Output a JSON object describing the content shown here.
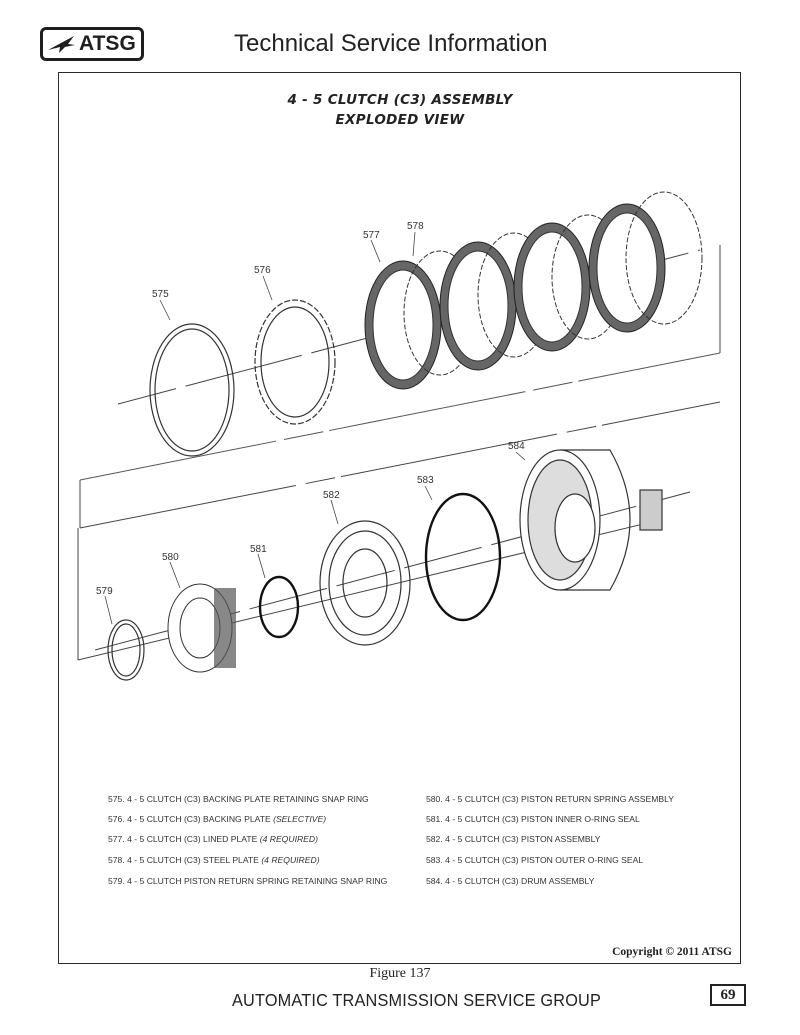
{
  "header": {
    "logo_text": "ATSG",
    "title": "Technical Service Information"
  },
  "figure": {
    "title_line1": "4 - 5 CLUTCH (C3) ASSEMBLY",
    "title_line2": "EXPLODED VIEW",
    "part_labels": [
      "575",
      "576",
      "577",
      "578",
      "579",
      "580",
      "581",
      "582",
      "583",
      "584"
    ]
  },
  "legend": {
    "left": [
      {
        "main": "575. 4 - 5 CLUTCH (C3) BACKING PLATE RETAINING SNAP RING",
        "note": ""
      },
      {
        "main": "576. 4 - 5 CLUTCH (C3) BACKING PLATE ",
        "note": "(SELECTIVE)"
      },
      {
        "main": "577. 4 - 5 CLUTCH (C3) LINED PLATE ",
        "note": "(4 REQUIRED)"
      },
      {
        "main": "578. 4 - 5 CLUTCH (C3) STEEL PLATE ",
        "note": "(4 REQUIRED)"
      },
      {
        "main": "579. 4 - 5 CLUTCH PISTON RETURN SPRING RETAINING SNAP RING",
        "note": ""
      }
    ],
    "right": [
      {
        "main": "580. 4 - 5 CLUTCH (C3) PISTON RETURN SPRING ASSEMBLY",
        "note": ""
      },
      {
        "main": "581. 4 - 5 CLUTCH (C3) PISTON INNER O-RING SEAL",
        "note": ""
      },
      {
        "main": "582. 4 - 5 CLUTCH (C3) PISTON ASSEMBLY",
        "note": ""
      },
      {
        "main": "583. 4 - 5 CLUTCH (C3) PISTON OUTER O-RING SEAL",
        "note": ""
      },
      {
        "main": "584. 4 - 5 CLUTCH (C3) DRUM ASSEMBLY",
        "note": ""
      }
    ]
  },
  "copyright": "Copyright © 2011 ATSG",
  "figure_caption": "Figure 137",
  "footer": {
    "title": "AUTOMATIC TRANSMISSION SERVICE GROUP",
    "page_number": "69"
  }
}
